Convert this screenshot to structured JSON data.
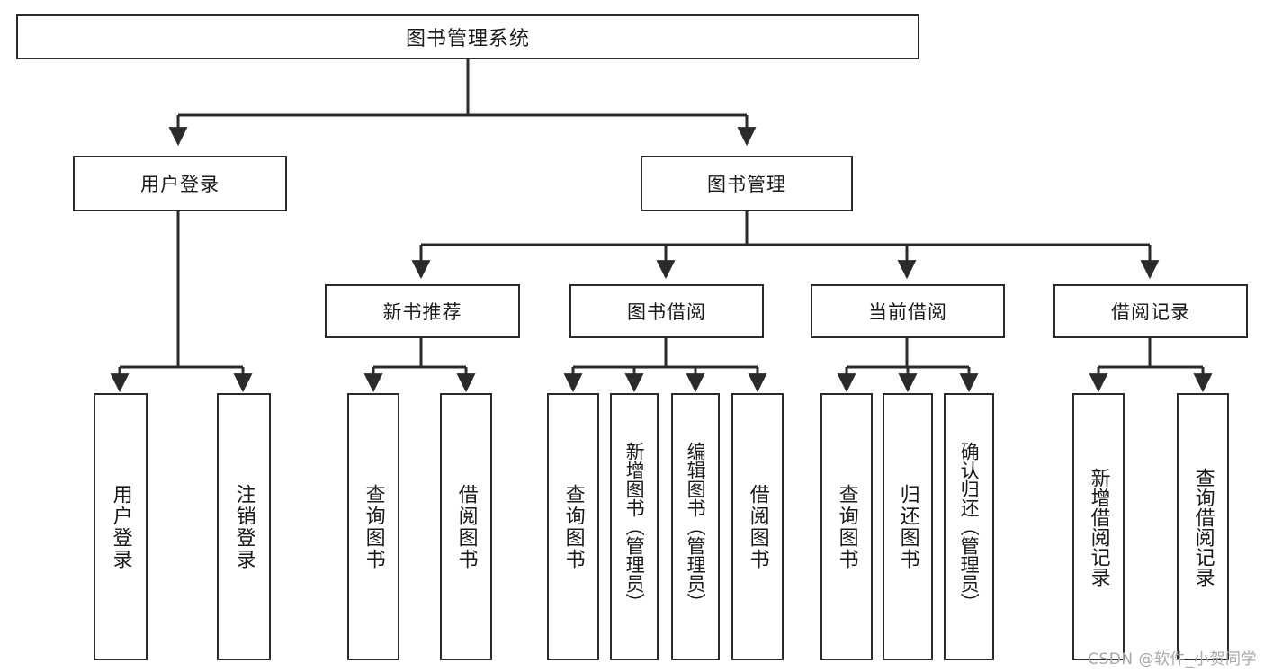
{
  "diagram": {
    "title_node": {
      "label": "图书管理系统"
    },
    "level1": [
      {
        "id": "user-login",
        "label": "用户登录"
      },
      {
        "id": "book-manage",
        "label": "图书管理"
      }
    ],
    "level2": [
      {
        "id": "new-book-recommend",
        "label": "新书推荐"
      },
      {
        "id": "book-borrow",
        "label": "图书借阅"
      },
      {
        "id": "current-borrow",
        "label": "当前借阅"
      },
      {
        "id": "borrow-record",
        "label": "借阅记录"
      }
    ],
    "leaves": {
      "user_login": [
        {
          "id": "leaf-user-login",
          "label": "用户登录"
        },
        {
          "id": "leaf-logout-login",
          "label": "注销登录"
        }
      ],
      "new_book_recommend": [
        {
          "id": "leaf-query-book-1",
          "label": "查询图书"
        },
        {
          "id": "leaf-borrow-book-1",
          "label": "借阅图书"
        }
      ],
      "book_borrow": [
        {
          "id": "leaf-query-book-2",
          "label": "查询图书"
        },
        {
          "id": "leaf-add-book",
          "label": "新增图书（管理员）"
        },
        {
          "id": "leaf-edit-book",
          "label": "编辑图书（管理员）"
        },
        {
          "id": "leaf-borrow-book-2",
          "label": "借阅图书"
        }
      ],
      "current_borrow": [
        {
          "id": "leaf-query-book-3",
          "label": "查询图书"
        },
        {
          "id": "leaf-return-book",
          "label": "归还图书"
        },
        {
          "id": "leaf-confirm-return",
          "label": "确认归还（管理员）"
        }
      ],
      "borrow_record": [
        {
          "id": "leaf-add-record",
          "label": "新增借阅记录"
        },
        {
          "id": "leaf-query-record",
          "label": "查询借阅记录"
        }
      ]
    }
  },
  "watermark": {
    "text": "CSDN @软件_小贺同学"
  },
  "colors": {
    "stroke": "#2b2b2b",
    "background": "#ffffff",
    "text": "#1a1a1a",
    "watermark": "#a9a9a9"
  }
}
